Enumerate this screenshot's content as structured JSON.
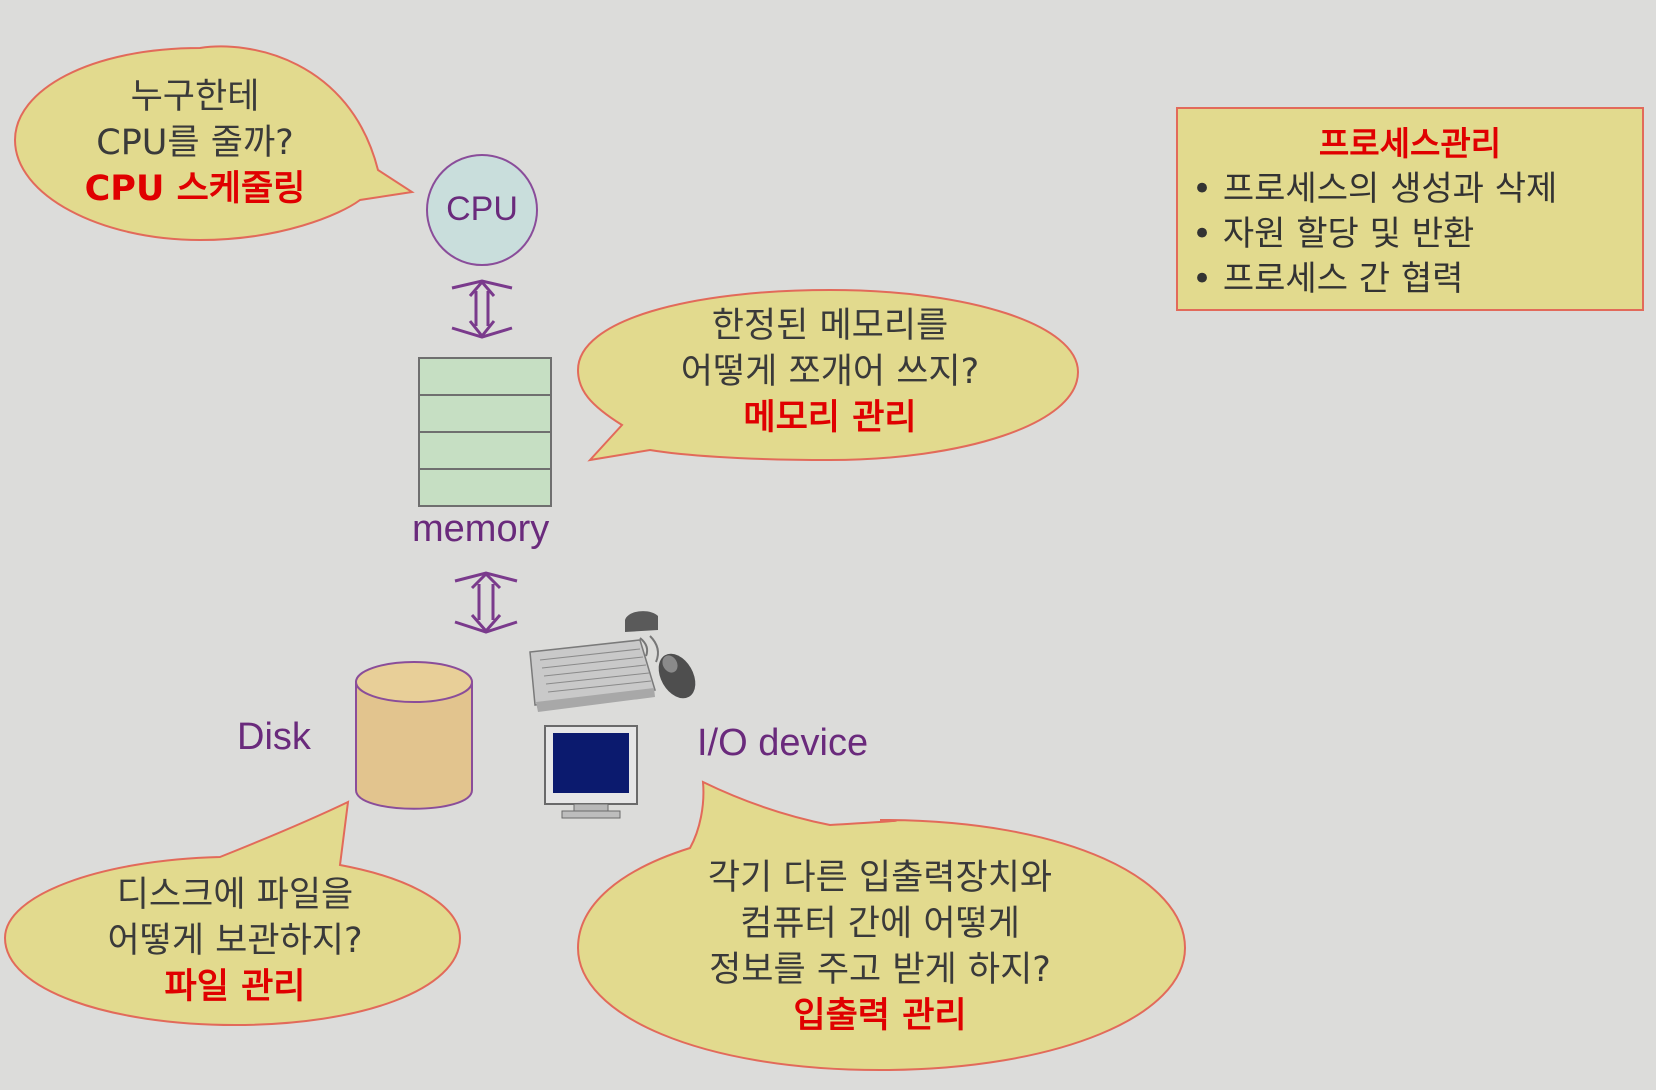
{
  "cpu_bubble": {
    "line1": "누구한테",
    "line2": "CPU를 줄까?",
    "highlight": "CPU 스케줄링"
  },
  "memory_bubble": {
    "line1": "한정된 메모리를",
    "line2": "어떻게 쪼개어 쓰지?",
    "highlight": "메모리 관리"
  },
  "disk_bubble": {
    "line1": "디스크에 파일을",
    "line2": "어떻게 보관하지?",
    "highlight": "파일 관리"
  },
  "io_bubble": {
    "line1": "각기 다른 입출력장치와",
    "line2": "컴퓨터 간에 어떻게",
    "line3": "정보를 주고 받게 하지?",
    "highlight": "입출력 관리"
  },
  "components": {
    "cpu": "CPU",
    "memory": "memory",
    "disk": "Disk",
    "io": "I/O device"
  },
  "process_box": {
    "title": "프로세스관리",
    "items": [
      "프로세스의 생성과 삭제",
      "자원 할당 및 반환",
      "프로세스 간 협력"
    ]
  },
  "colors": {
    "bubble_fill": "#e2da8e",
    "bubble_border": "#e26a5a",
    "highlight": "#e00000",
    "label": "#6a2a7c",
    "background": "#dcdcda"
  }
}
